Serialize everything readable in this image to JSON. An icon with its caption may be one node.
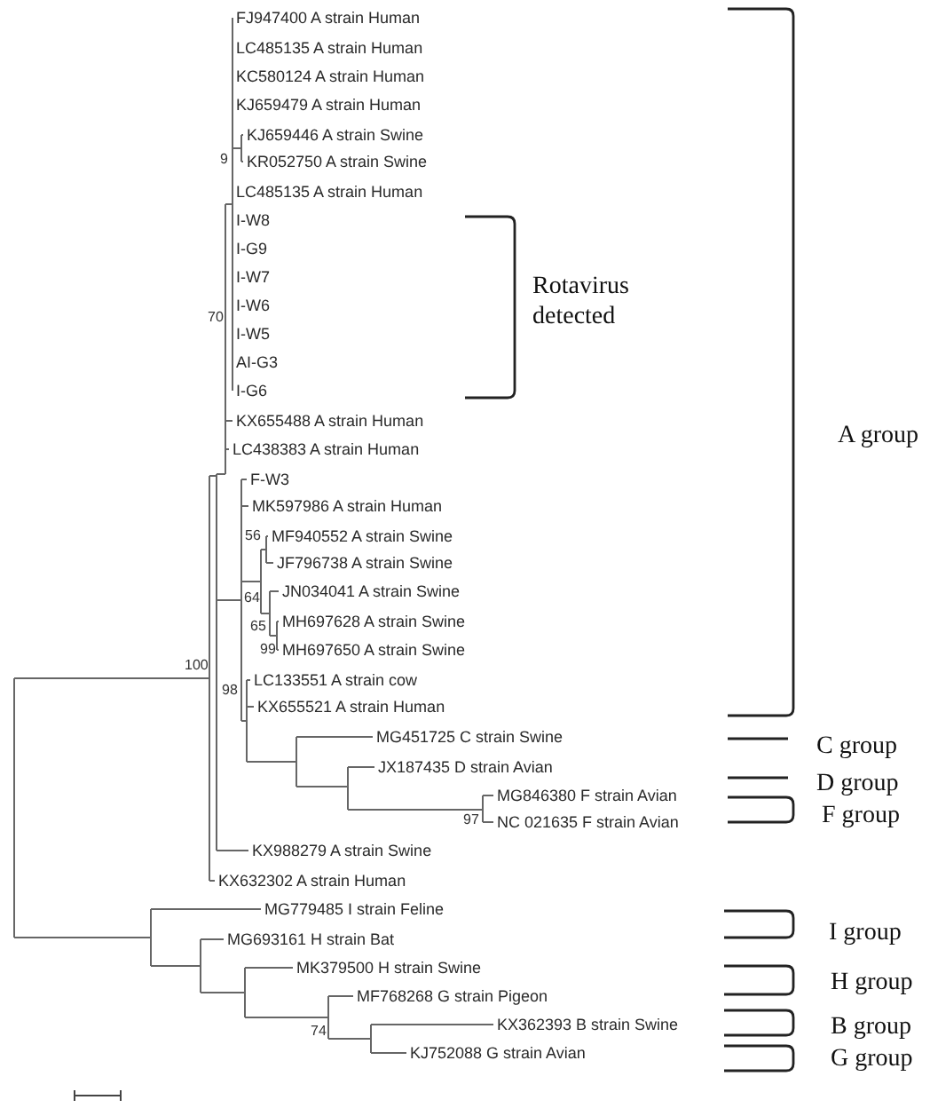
{
  "diagram": {
    "labels": [
      "FJ947400 A strain Human",
      "LC485135 A strain Human",
      "KC580124 A strain Human",
      "KJ659479 A strain Human",
      "KJ659446 A strain Swine",
      "9",
      "KR052750 A strain Swine",
      "LC485135 A strain Human",
      "I-W8",
      "I-G9",
      "I-W7",
      "Rotavirus detected",
      "I-W6",
      "I-W5",
      "AI-G3",
      "70",
      "I-G6",
      "KX655488 A strain Human",
      "A group",
      "LC438383 A strain Human",
      "F-W3",
      "MK597986 A strain Human",
      "56",
      "MF940552 A strain Swine",
      "JF796738 A strain Swine",
      "64",
      "JN034041 A strain Swine",
      "65",
      "MH697628 A strain Swine",
      "99",
      "MH697650 A strain Swine",
      "100",
      "98",
      "LC133551 A strain cow",
      "KX655521 A strain Human",
      "MG451725 C strain Swine",
      "C group",
      "JX187435 D strain Avian",
      "D group",
      "MG846380 F strain Avian",
      "F group",
      "97",
      "NC 021635 F strain Avian",
      "KX988279 A strain Swine",
      "KX632302 A strain Human",
      "MG779485 I strain Feline",
      "I group",
      "MG693161 H strain Bat",
      "MK379500 H strain Swine",
      "H group",
      "MF768268 G strain Pigeon",
      "KX362393 B strain Swine",
      "B group",
      "74",
      "KJ752088 G strain Avian",
      "G group"
    ]
  }
}
